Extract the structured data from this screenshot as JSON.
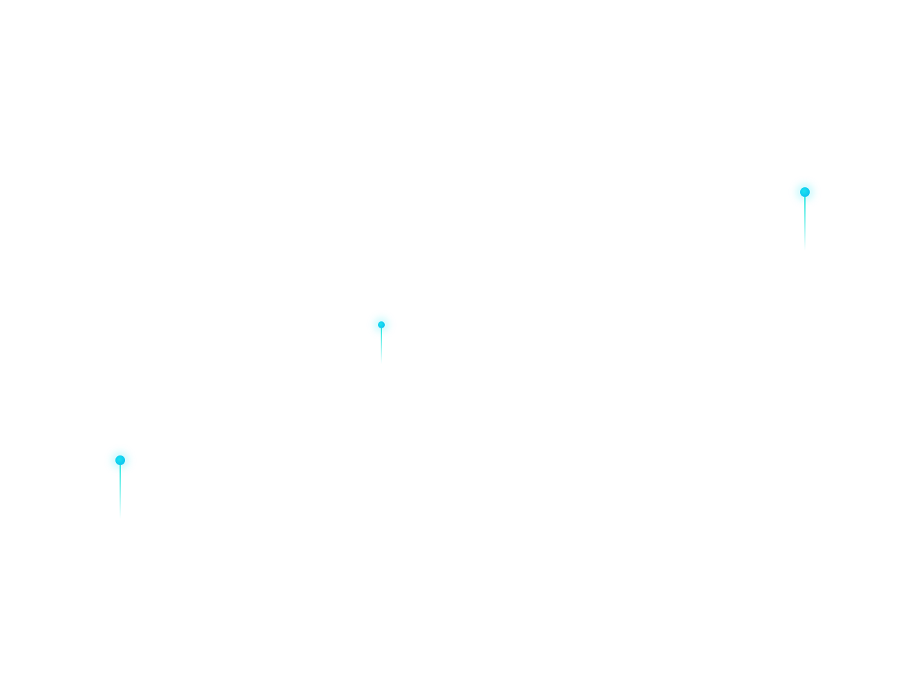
{
  "markers": [
    {
      "id": "marker-1",
      "size": "large"
    },
    {
      "id": "marker-2",
      "size": "small"
    },
    {
      "id": "marker-3",
      "size": "large"
    }
  ],
  "colors": {
    "marker_dot": "#0bb8f0",
    "marker_stem": "#2de8e0",
    "background": "#ffffff"
  }
}
